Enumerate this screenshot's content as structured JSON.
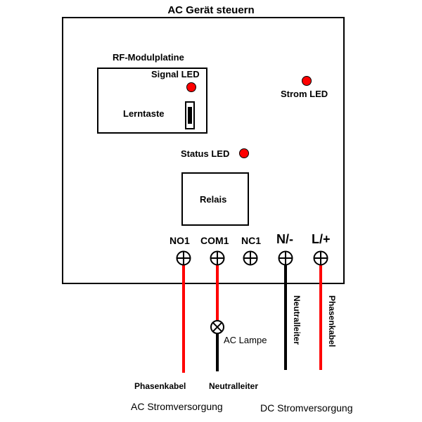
{
  "title": "AC Gerät steuern",
  "module": {
    "title": "RF-Modulplatine",
    "signal_led": "Signal LED",
    "learn_button": "Lerntaste"
  },
  "strom_led": "Strom LED",
  "status_led": "Status LED",
  "relay": "Relais",
  "terminals": {
    "no1": "NO1",
    "com1": "COM1",
    "nc1": "NC1",
    "n": "N/-",
    "l": "L/+"
  },
  "lamp": "AC Lampe",
  "wire_labels": {
    "neutral_vertical": "Neutralleiter",
    "phase_vertical": "Phasenkabel",
    "phase_bottom": "Phasenkabel",
    "neutral_bottom": "Neutralleiter"
  },
  "supplies": {
    "ac": "AC Stromversorgung",
    "dc": "DC Stromversorgung"
  },
  "colors": {
    "wire_phase": "#ff0000",
    "wire_neutral": "#000000",
    "led": "#ff0000"
  }
}
